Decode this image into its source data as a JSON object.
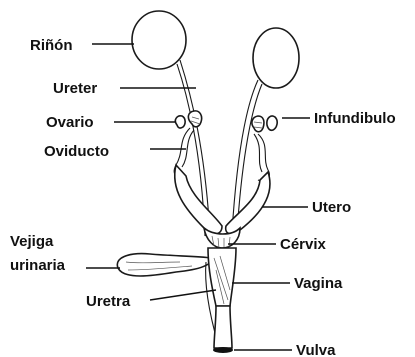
{
  "labels": {
    "rinon": "Riñón",
    "ureter": "Ureter",
    "ovario": "Ovario",
    "oviducto": "Oviducto",
    "infundibulo": "Infundibulo",
    "utero": "Utero",
    "vejiga_line1": "Vejiga",
    "vejiga_line2": "urinaria",
    "cervix": "Cérvix",
    "vagina": "Vagina",
    "uretra": "Uretra",
    "vulva": "Vulva"
  }
}
